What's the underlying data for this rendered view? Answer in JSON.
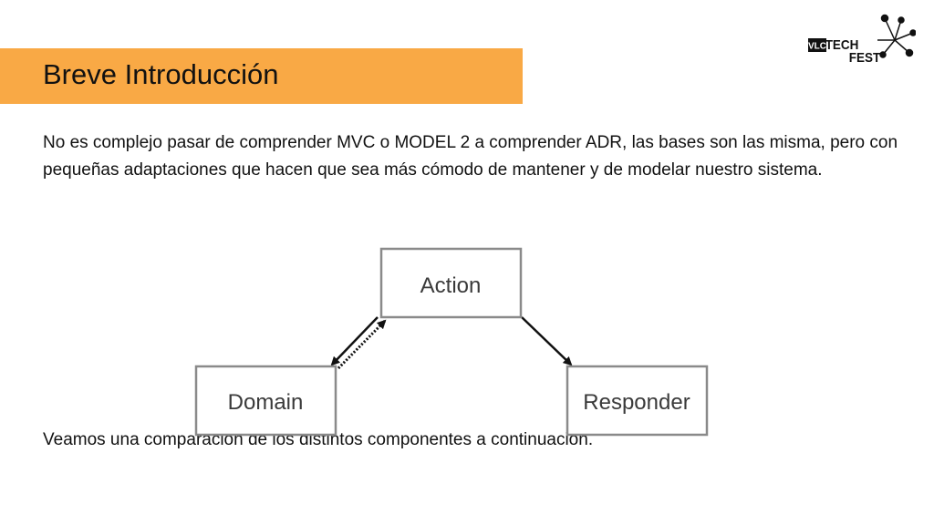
{
  "slide": {
    "title": "Breve Introducción",
    "intro": "No es complejo pasar de comprender MVC o MODEL 2 a comprender ADR, las bases son las misma, pero con pequeñas adaptaciones que hacen que sea más cómodo de mantener y de modelar nuestro sistema.",
    "outro": "Veamos una comparación de los distintos componentes a continuación."
  },
  "logo": {
    "badge": "VLC",
    "word1": "TECH",
    "word2": "FEST",
    "icon": "network-nodes-icon"
  },
  "diagram": {
    "nodes": {
      "action": "Action",
      "domain": "Domain",
      "responder": "Responder"
    },
    "edges": [
      {
        "from": "action",
        "to": "domain",
        "style": "solid"
      },
      {
        "from": "domain",
        "to": "action",
        "style": "dotted"
      },
      {
        "from": "action",
        "to": "responder",
        "style": "solid"
      }
    ]
  },
  "colors": {
    "title_bar": "#f9a945",
    "node_border": "#8a8a8a",
    "text": "#111111"
  }
}
